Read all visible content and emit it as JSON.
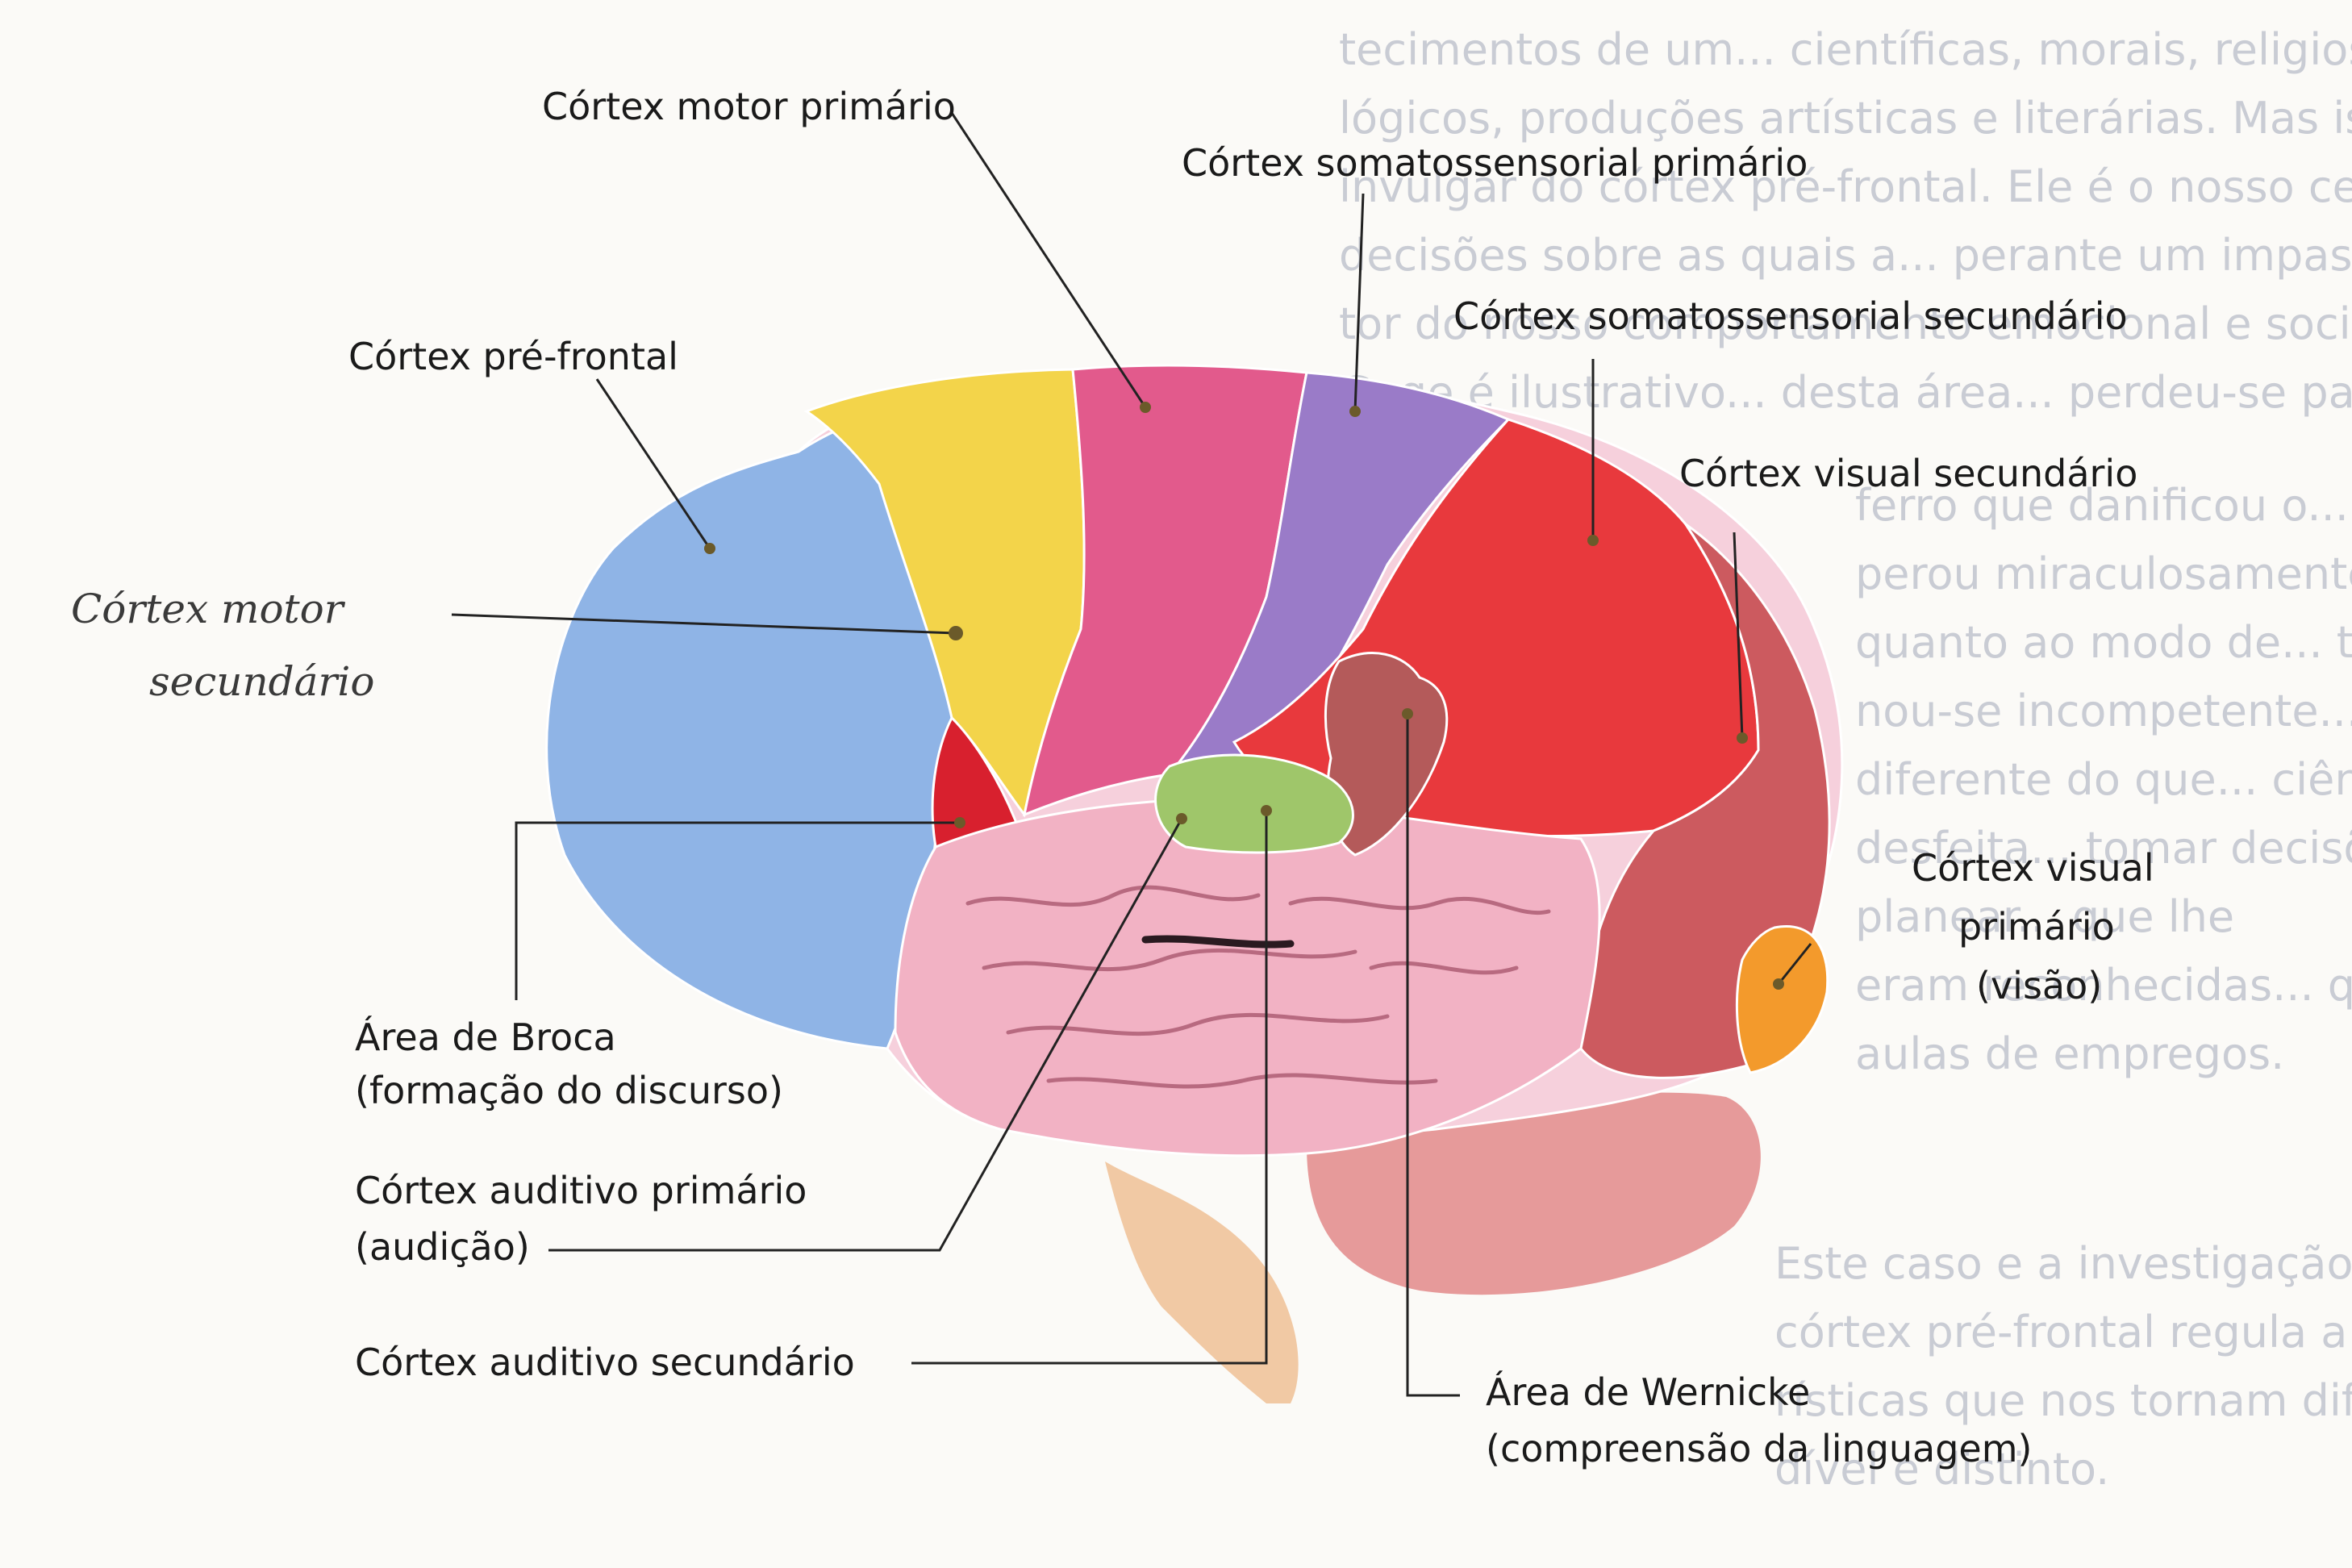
{
  "labels": {
    "motor_primary": "Córtex motor primário",
    "somato_primary": "Córtex somatossensorial primário",
    "somato_secondary": "Córtex somatossensorial secundário",
    "prefrontal": "Córtex pré-frontal",
    "visual_secondary": "Córtex visual secundário",
    "motor_secondary_hand_1": "Córtex motor",
    "motor_secondary_hand_2": "secundário",
    "visual_primary_1": "Córtex visual",
    "visual_primary_2": "primário",
    "visual_primary_3": "(visão)",
    "broca_1": "Área de Broca",
    "broca_2": "(formação do discurso)",
    "auditory_primary_1": "Córtex auditivo primário",
    "auditory_primary_2": "(audição)",
    "auditory_secondary": "Córtex auditivo secundário",
    "wernicke_1": "Área de Wernicke",
    "wernicke_2": "(compreensão da linguagem)"
  },
  "background_text": [
    "tecimentos de um... científicas, morais, religiosas, jurídicas ou inventos tecno-",
    "lógicos, produções artísticas e literárias. Mas isso ainda não chega para que",
    "invulgar do córtex pré-frontal. Ele é o nosso centro emocional, o centro das",
    "decisões sobre as quais a... perante um impasse. O córtex pré-frontal é o moni-",
    "tor do nosso comportamento emocional e social. O famoso caso de Phineas",
    "Gage é ilustrativo... desta área... perdeu-se parte de",
    "ferro que danificou o... frontal. Gage recu-",
    "perou miraculosamente... mas",
    "quanto ao modo de... te",
    "nou-se incompetente... talmente",
    "diferente do que... ciência foi",
    "desfeita... tomar decisões,",
    "planear... que lhe",
    "eram reconhecidas... que",
    "aulas de empregos.",
    "",
    "Este caso e a investigação que se seguiu levaram à convicção de que o",
    "córtex pré-frontal regula a nossa personalidade individual e as caracte-",
    "rísticas que nos tornam diferentes de cada um de nós um ser único, inconfun-",
    "dível e distinto."
  ],
  "colors": {
    "prefrontal": "#8fb4e6",
    "motor_secondary": "#f3d44a",
    "motor_primary": "#e25a8c",
    "somato_primary": "#9a7bc8",
    "somato_secondary": "#e8393d",
    "visual_secondary": "#cc5a5f",
    "visual_primary": "#f39a2c",
    "broca": "#d8202e",
    "auditory_primary": "#9fc66a",
    "wernicke": "#b45a5a",
    "temporal": "#f2b2c4",
    "cerebellum": "#e69a9a",
    "brainstem": "#f1c9a4"
  }
}
